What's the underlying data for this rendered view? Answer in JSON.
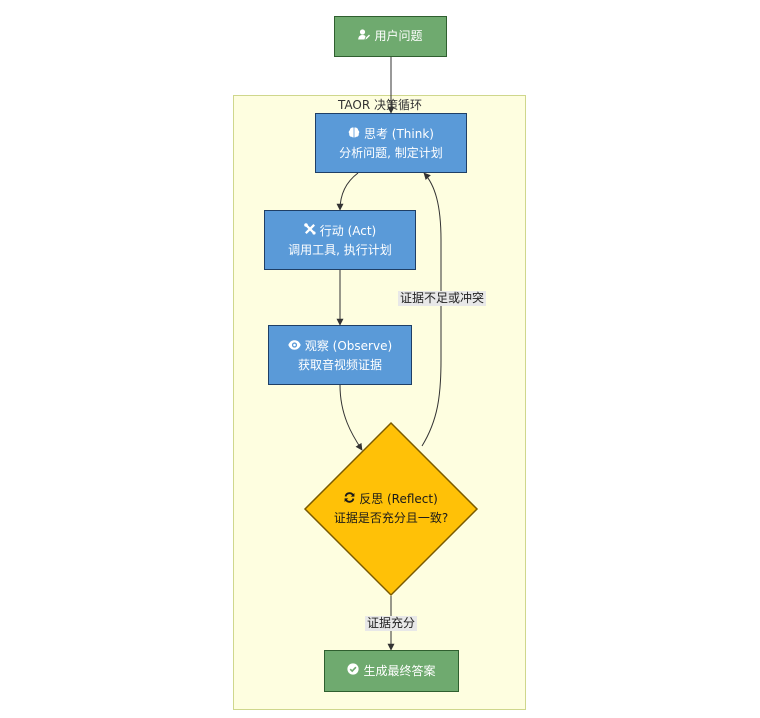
{
  "cluster": {
    "label": "TAOR 决策循环"
  },
  "nodes": {
    "start": {
      "icon": "user-edit-icon",
      "text": "用户问题"
    },
    "think": {
      "icon": "brain-icon",
      "title": "思考 (Think)",
      "desc": "分析问题, 制定计划"
    },
    "act": {
      "icon": "tools-icon",
      "title": "行动 (Act)",
      "desc": "调用工具, 执行计划"
    },
    "observe": {
      "icon": "eye-icon",
      "title": "观察 (Observe)",
      "desc": "获取音视频证据"
    },
    "reflect": {
      "icon": "sync-icon",
      "title": "反思 (Reflect)",
      "desc": "证据是否充分且一致?"
    },
    "answer": {
      "icon": "check-circle-icon",
      "text": "生成最终答案"
    }
  },
  "edges": {
    "loop_back": "证据不足或冲突",
    "sufficient": "证据充分"
  },
  "colors": {
    "terminal": "#6faa6f",
    "process": "#5a9ad8",
    "decision": "#ffc107",
    "cluster": "#fefee0"
  }
}
